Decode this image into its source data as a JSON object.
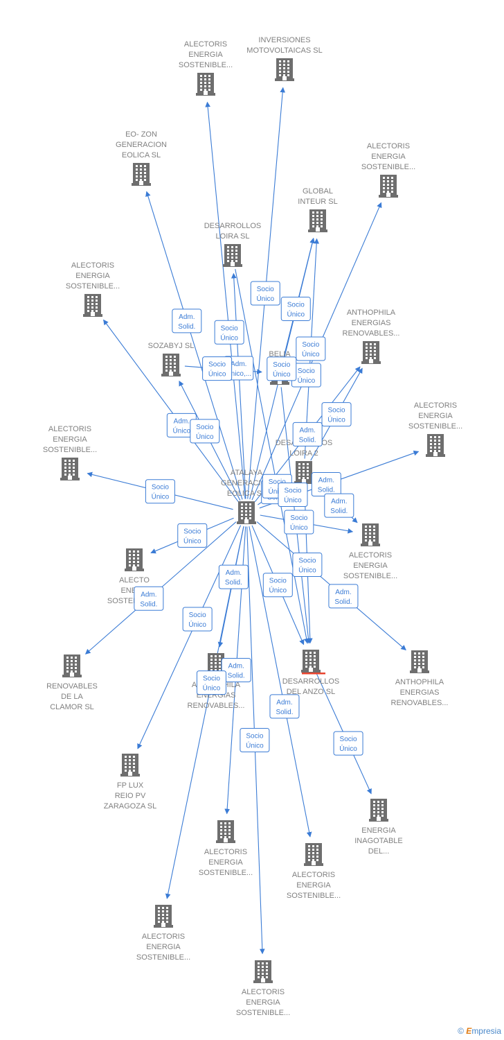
{
  "colors": {
    "edge": "#3a7bd5",
    "node": "#6e6e6e",
    "label": "#808080",
    "focus_underline": "#e8432e"
  },
  "nodes": [
    {
      "id": "n1",
      "label": [
        "ALECTORIS",
        "ENERGIA",
        "SOSTENIBLE..."
      ]
    },
    {
      "id": "n2",
      "label": [
        "INVERSIONES",
        "MOTOVOLTAICAS SL"
      ]
    },
    {
      "id": "n3",
      "label": [
        "EO- ZON",
        "GENERACION",
        "EOLICA  SL"
      ]
    },
    {
      "id": "n4",
      "label": [
        "ALECTORIS",
        "ENERGIA",
        "SOSTENIBLE..."
      ]
    },
    {
      "id": "n5",
      "label": [
        "GLOBAL",
        "INTEUR  SL"
      ]
    },
    {
      "id": "n6",
      "label": [
        "DESARROLLOS",
        "LOIRA SL"
      ]
    },
    {
      "id": "n7",
      "label": [
        "ALECTORIS",
        "ENERGIA",
        "SOSTENIBLE..."
      ]
    },
    {
      "id": "n8",
      "label": [
        "ANTHOPHILA",
        "ENERGIAS",
        "RENOVABLES..."
      ]
    },
    {
      "id": "n9",
      "label": [
        "BELIA"
      ]
    },
    {
      "id": "n10",
      "label": [
        "SOZABYJ SL"
      ]
    },
    {
      "id": "n11",
      "label": [
        "ALECTORIS",
        "ENERGIA",
        "SOSTENIBLE..."
      ]
    },
    {
      "id": "n12",
      "label": [
        "ALECTORIS",
        "ENERGIA",
        "SOSTENIBLE..."
      ]
    },
    {
      "id": "n13",
      "label": [
        "DESARROLLOS",
        "LOIRA 2"
      ]
    },
    {
      "id": "n14",
      "label": [
        "ATALAYA",
        "GENERACION",
        "EOLICA  SL"
      ]
    },
    {
      "id": "n15",
      "label": [
        "ALECTORIS",
        "ENERGIA",
        "SOSTENIBLE..."
      ]
    },
    {
      "id": "n16",
      "label": [
        "ALECTO",
        "ENERG",
        "SOSTENIBLE..."
      ]
    },
    {
      "id": "n17",
      "label": [
        "RENOVABLES",
        "DE LA",
        "CLAMOR  SL"
      ]
    },
    {
      "id": "n18",
      "label": [
        "ANTHOPHILA",
        "ENERGIAS",
        "RENOVABLES..."
      ]
    },
    {
      "id": "n19",
      "label": [
        "DESARROLLOS",
        "DEL ANZO  SL"
      ]
    },
    {
      "id": "n20",
      "label": [
        "ANTHOPHILA",
        "ENERGIAS",
        "RENOVABLES..."
      ]
    },
    {
      "id": "n21",
      "label": [
        "FP LUX",
        "REIO PV",
        "ZARAGOZA  SL"
      ]
    },
    {
      "id": "n22",
      "label": [
        "ENERGIA",
        "INAGOTABLE",
        "DEL..."
      ]
    },
    {
      "id": "n23",
      "label": [
        "ALECTORIS",
        "ENERGIA",
        "SOSTENIBLE..."
      ]
    },
    {
      "id": "n24",
      "label": [
        "ALECTORIS",
        "ENERGIA",
        "SOSTENIBLE..."
      ]
    },
    {
      "id": "n25",
      "label": [
        "ALECTORIS",
        "ENERGIA",
        "SOSTENIBLE..."
      ]
    },
    {
      "id": "n26",
      "label": [
        "ALECTORIS",
        "ENERGIA",
        "SOSTENIBLE..."
      ]
    }
  ],
  "edges": [
    {
      "from": "n14",
      "to": "n1"
    },
    {
      "from": "n14",
      "to": "n2"
    },
    {
      "from": "n14",
      "to": "n3"
    },
    {
      "from": "n14",
      "to": "n4"
    },
    {
      "from": "n14",
      "to": "n5"
    },
    {
      "from": "n14",
      "to": "n6"
    },
    {
      "from": "n14",
      "to": "n7"
    },
    {
      "from": "n14",
      "to": "n8"
    },
    {
      "from": "n14",
      "to": "n10"
    },
    {
      "from": "n14",
      "to": "n11"
    },
    {
      "from": "n14",
      "to": "n12"
    },
    {
      "from": "n14",
      "to": "n13"
    },
    {
      "from": "n14",
      "to": "n15"
    },
    {
      "from": "n14",
      "to": "n16"
    },
    {
      "from": "n14",
      "to": "n17"
    },
    {
      "from": "n14",
      "to": "n18"
    },
    {
      "from": "n14",
      "to": "n19"
    },
    {
      "from": "n14",
      "to": "n20"
    },
    {
      "from": "n14",
      "to": "n21"
    },
    {
      "from": "n14",
      "to": "n23"
    },
    {
      "from": "n14",
      "to": "n24"
    },
    {
      "from": "n14",
      "to": "n25"
    },
    {
      "from": "n14",
      "to": "n26"
    },
    {
      "from": "n6",
      "to": "n19"
    },
    {
      "from": "n9",
      "to": "n19"
    },
    {
      "from": "n13",
      "to": "n19"
    },
    {
      "from": "n19",
      "to": "n22"
    },
    {
      "from": "n10",
      "to": "n9"
    },
    {
      "from": "n13",
      "to": "n8"
    },
    {
      "from": "n13",
      "to": "n15"
    },
    {
      "from": "n9",
      "to": "n5"
    },
    {
      "from": "n13",
      "to": "n5"
    }
  ],
  "relations": [
    {
      "line1": "Socio",
      "line2": "Único"
    },
    {
      "line1": "Socio",
      "line2": "Único"
    },
    {
      "line1": "Adm.",
      "line2": "Solid."
    },
    {
      "line1": "Socio",
      "line2": "Único"
    },
    {
      "line1": "Socio",
      "line2": "Único"
    },
    {
      "line1": "Adm.",
      "line2": "Unico,..."
    },
    {
      "line1": "Adm.",
      "line2": "Único"
    },
    {
      "line1": "Adm.",
      "line2": "Solid."
    },
    {
      "line1": "Socio",
      "line2": "Único"
    },
    {
      "line1": "Adm.",
      "line2": "Solid."
    },
    {
      "line1": "Socio",
      "line2": "Único"
    },
    {
      "line1": "Adm.",
      "line2": "Solid."
    },
    {
      "line1": "Socio",
      "line2": "Único"
    },
    {
      "line1": "Socio",
      "line2": "Único"
    },
    {
      "line1": "Adm.",
      "line2": "Solid."
    },
    {
      "line1": "Adm.",
      "line2": "Solid."
    },
    {
      "line1": "Socio",
      "line2": "Único"
    },
    {
      "line1": "Adm.",
      "line2": "Solid."
    },
    {
      "line1": "Socio",
      "line2": "Único"
    },
    {
      "line1": "Adm.",
      "line2": "Solid."
    },
    {
      "line1": "Adm.",
      "line2": "Solid."
    },
    {
      "line1": "Socio",
      "line2": "Único"
    },
    {
      "line1": "Socio",
      "line2": "Único"
    },
    {
      "line1": "Socio",
      "line2": "Único"
    },
    {
      "line1": "Socio",
      "line2": "Único"
    },
    {
      "line1": "Socio",
      "line2": "Único"
    },
    {
      "line1": "Socio",
      "line2": "Único"
    },
    {
      "line1": "Socio",
      "line2": "Único"
    },
    {
      "line1": "Socio",
      "line2": "Único"
    },
    {
      "line1": "Adm.",
      "line2": "Solid."
    },
    {
      "line1": "Socio",
      "line2": "Único"
    },
    {
      "line1": "Socio",
      "line2": "Único"
    }
  ],
  "footer": {
    "copyright_symbol": "©",
    "brand_initial": "E",
    "brand_rest": "mpresia"
  }
}
